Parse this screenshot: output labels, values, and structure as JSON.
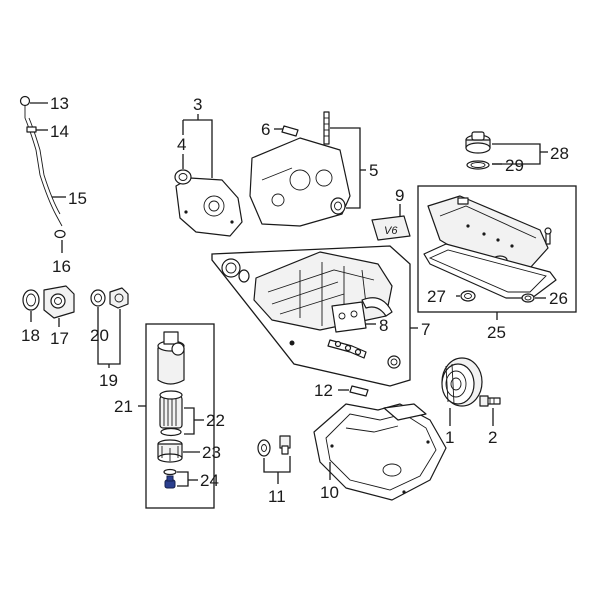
{
  "diagram": {
    "callouts": {
      "c1": "1",
      "c2": "2",
      "c3": "3",
      "c4": "4",
      "c5": "5",
      "c6": "6",
      "c7": "7",
      "c8": "8",
      "c9": "9",
      "c10": "10",
      "c11": "11",
      "c12": "12",
      "c13": "13",
      "c14": "14",
      "c15": "15",
      "c16": "16",
      "c17": "17",
      "c18": "18",
      "c19": "19",
      "c20": "20",
      "c21": "21",
      "c22": "22",
      "c23": "23",
      "c24": "24",
      "c25": "25",
      "c26": "26",
      "c27": "27",
      "c28": "28",
      "c29": "29"
    },
    "engine_badge": "V6",
    "colors": {
      "line": "#1a1a1a",
      "highlight": "#2b3f8f",
      "background": "#ffffff"
    }
  }
}
